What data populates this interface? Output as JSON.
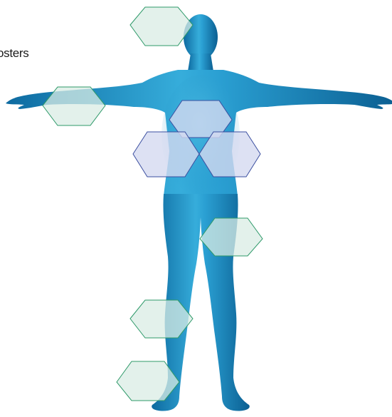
{
  "caption": "osters",
  "colors": {
    "body_light": "#3fb6de",
    "body_mid": "#1a8fc4",
    "body_dark": "#0a5f93",
    "hex_green_fill": "#d9ece4",
    "hex_green_stroke": "#2f9a6a",
    "hex_blue_fill": "#cfd6ee",
    "hex_blue_stroke": "#3b4fa0"
  },
  "icons": [
    "human-body-figure",
    "hexagon-marker"
  ]
}
